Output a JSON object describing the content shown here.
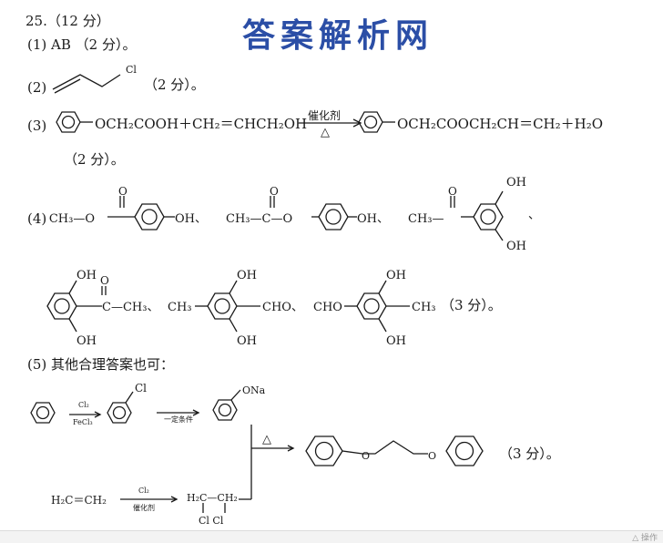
{
  "watermark": "答案解析网",
  "question": {
    "header": "25.（12 分）",
    "part1": "(1) AB （2 分）。",
    "part2_label": "(2)",
    "part2_score": "（2 分）。",
    "part3_label": "(3)",
    "part3_equation_left": "OCH₂COOH＋CH₂＝CHCH₂OH",
    "part3_catalyst": "催化剂",
    "part3_heat": "△",
    "part3_equation_right": "OCH₂COOCH₂CH＝CH₂＋H₂O",
    "part3_score": "（2 分）。",
    "part4_label": "(4)",
    "part4_score": "（3 分）。",
    "part5_label": "(5) 其他合理答案也可：",
    "part5_score": "（3 分）。"
  },
  "labels": {
    "cl": "Cl",
    "ona": "ONa",
    "o": "O",
    "oh": "OH",
    "ch3": "CH₃",
    "ch3o": "CH₃—O",
    "ch3_c": "CH₃—C—O",
    "oh_suffix": "OH、",
    "ch3_dash": "CH₃—",
    "sep": "、",
    "c_ch3": "C—CH₃、",
    "ch3_left": "CH₃",
    "cho": "CHO、",
    "cho_left": "CHO",
    "reag_cl2": "Cl₂",
    "reag_fecl3": "FeCl₃",
    "reag_cond": "一定条件",
    "reag_cat": "催化剂",
    "ethene": "H₂C＝CH₂",
    "dichloro": "H₂C—CH₂",
    "cl_cl": "Cl  Cl",
    "heat": "△",
    "ch3_end": "CH₃"
  },
  "footer": {
    "corner_text": "△ 操作"
  }
}
